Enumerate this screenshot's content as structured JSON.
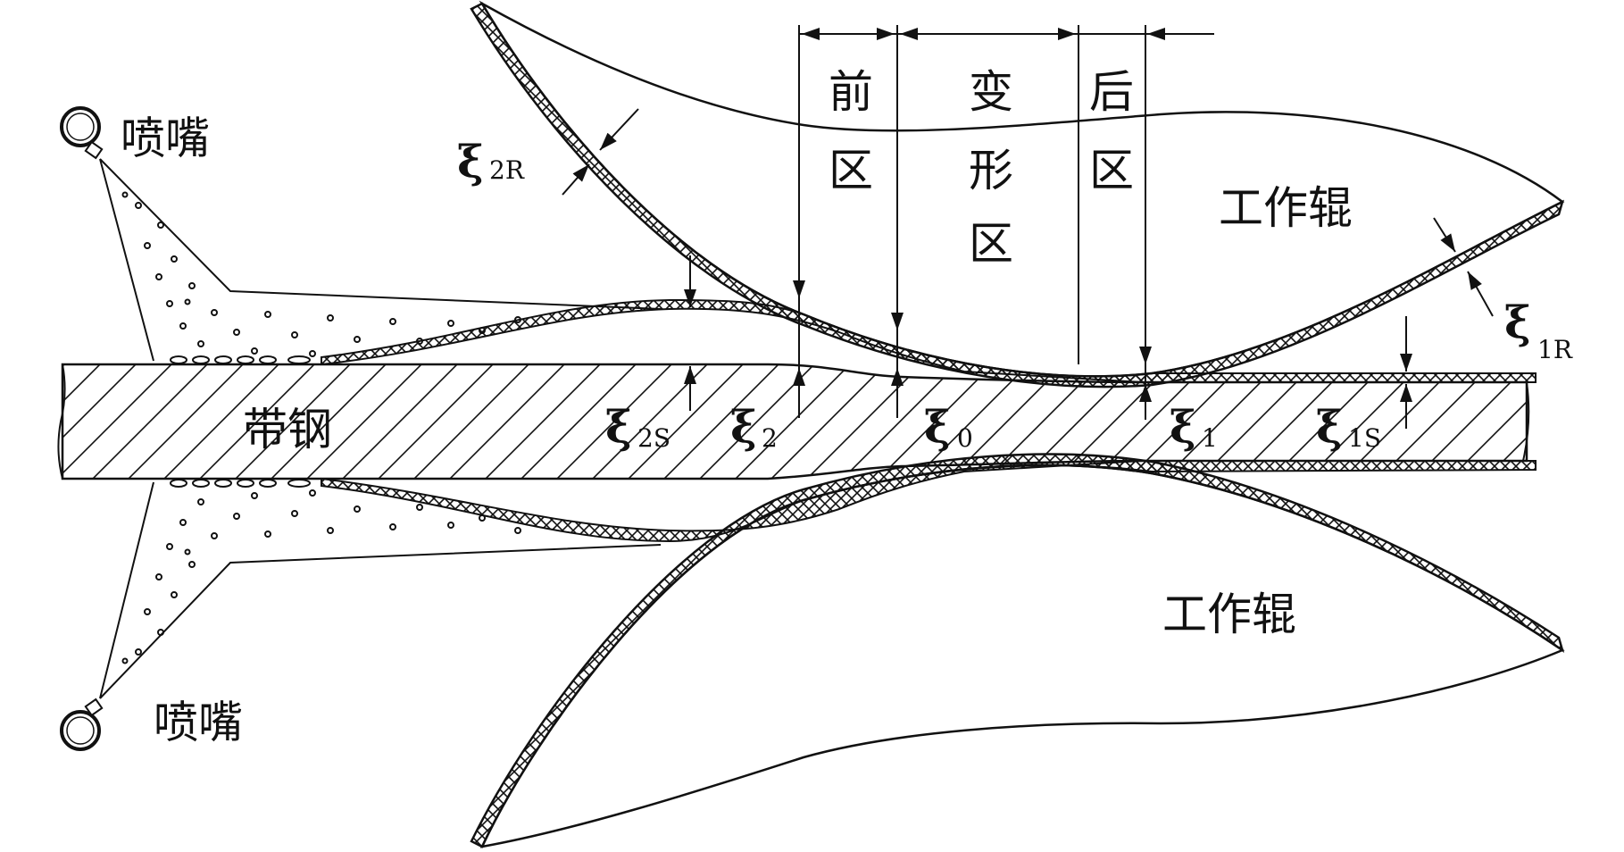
{
  "labels": {
    "nozzle_top": "喷嘴",
    "nozzle_bottom": "喷嘴",
    "roll_top": "工作辊",
    "roll_bottom": "工作辊",
    "strip": "带钢",
    "zone_front_1": "前",
    "zone_front_2": "区",
    "zone_deform_1": "变",
    "zone_deform_2": "形",
    "zone_deform_3": "区",
    "zone_back_1": "后",
    "zone_back_2": "区"
  },
  "symbols": {
    "xi2R": {
      "base": "ξ",
      "sub": "2R"
    },
    "xi1R": {
      "base": "ξ",
      "sub": "1R"
    },
    "xi2S": {
      "base": "ξ",
      "sub": "2S"
    },
    "xi2": {
      "base": "ξ",
      "sub": "2"
    },
    "xi0": {
      "base": "ξ",
      "sub": "0"
    },
    "xi1": {
      "base": "ξ",
      "sub": "1"
    },
    "xi1S": {
      "base": "ξ",
      "sub": "1S"
    }
  },
  "colors": {
    "line": "#111111",
    "background": "#ffffff"
  }
}
